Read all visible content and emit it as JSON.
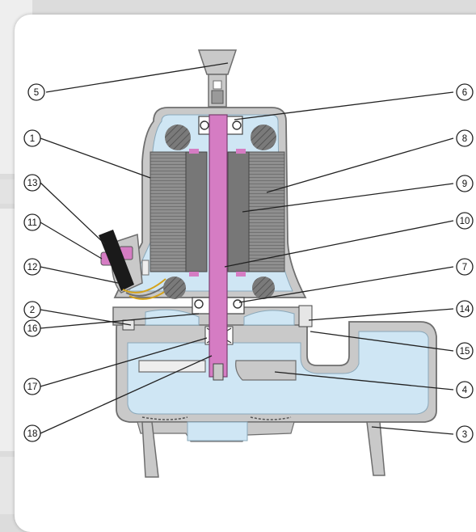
{
  "labels": {
    "l1": "1",
    "l2": "2",
    "l3": "3",
    "l4": "4",
    "l5": "5",
    "l6": "6",
    "l7": "7",
    "l8": "8",
    "l9": "9",
    "l10": "10",
    "l11": "11",
    "l12": "12",
    "l13": "13",
    "l14": "14",
    "l15": "15",
    "l16": "16",
    "l17": "17",
    "l18": "18"
  },
  "colors": {
    "casing": "#c9c9c9",
    "casing_outline": "#6e6e6e",
    "fluid": "#cfe6f4",
    "winding": "#8e8e8e",
    "rotor": "#7a7a7a",
    "shaft": "#d57cc3",
    "cable": "#1a1a1a",
    "card": "#ffffff",
    "background": "#dcdcdc"
  }
}
